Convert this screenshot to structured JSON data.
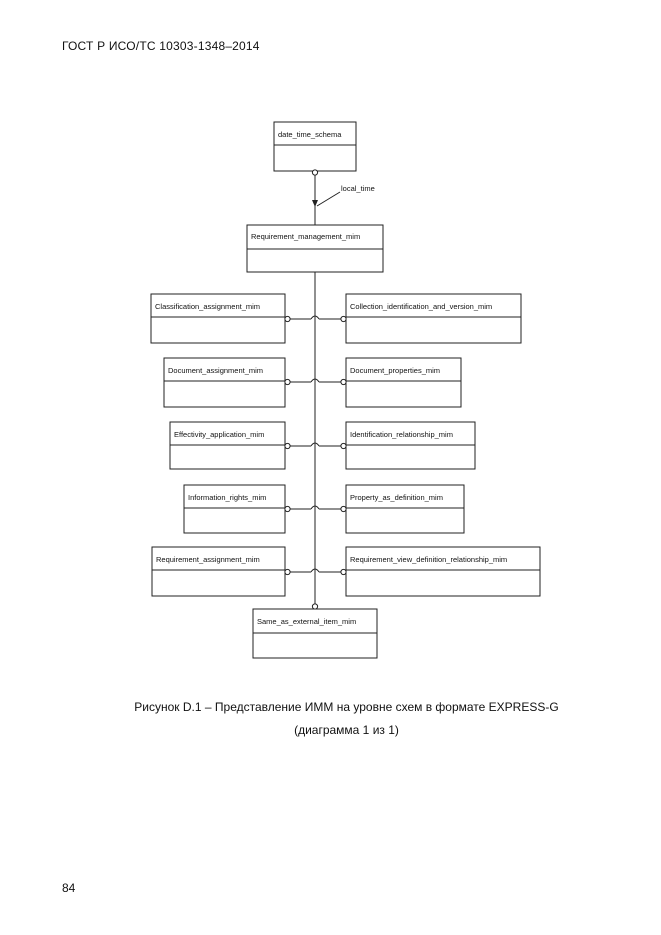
{
  "header": {
    "doc_code": "ГОСТ Р ИСО/ТС 10303-1348–2014"
  },
  "diagram": {
    "top_schema": "date_time_schema",
    "reference_label": "local_time",
    "main_schema": "Requirement_management_mim",
    "left_schemas": [
      "Classification_assignment_mim",
      "Document_assignment_mim",
      "Effectivity_application_mim",
      "Information_rights_mim",
      "Requirement_assignment_mim"
    ],
    "right_schemas": [
      "Collection_identification_and_version_mim",
      "Document_properties_mim",
      "Identification_relationship_mim",
      "Property_as_definition_mim",
      "Requirement_view_definition_relationship_mim"
    ],
    "bottom_schema": "Same_as_external_item_mim"
  },
  "caption": {
    "line1": "Рисунок  D.1 – Представление ИММ на уровне схем в формате EXPRESS-G",
    "line2": "(диаграмма 1  из 1)"
  },
  "footer": {
    "page_number": "84"
  }
}
